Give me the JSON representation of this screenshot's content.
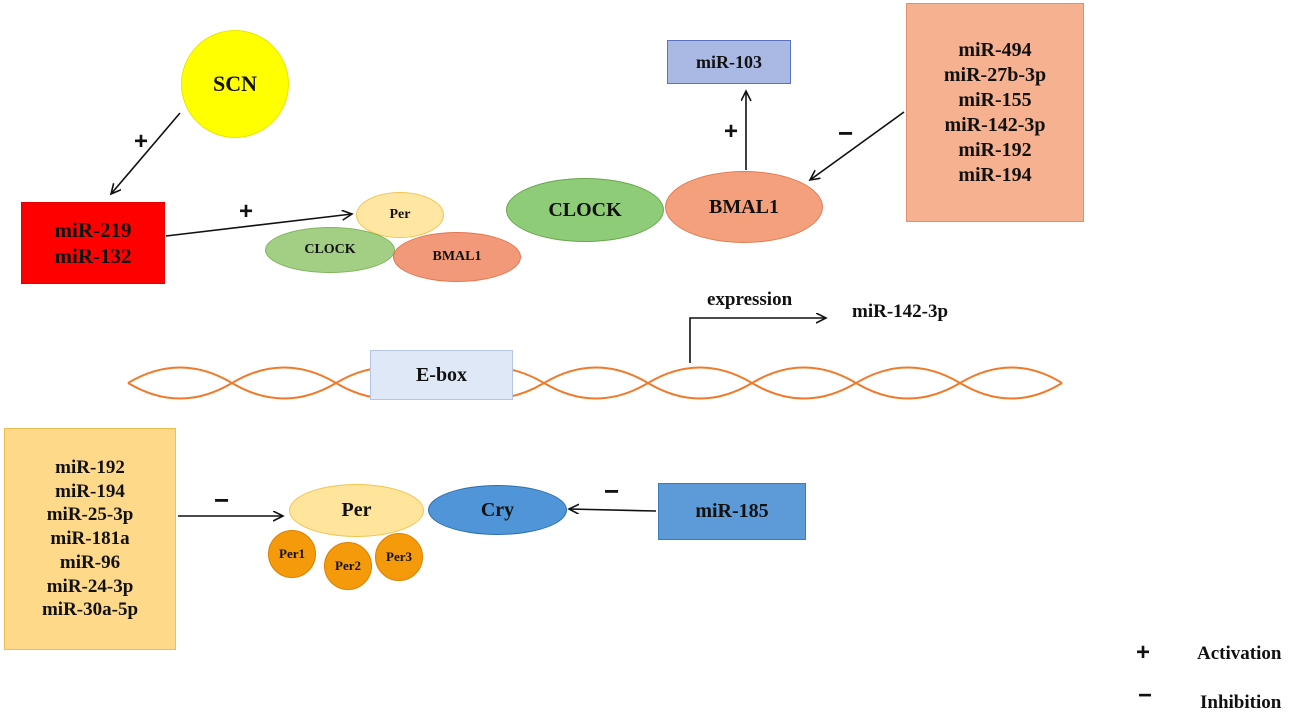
{
  "nodes": {
    "scn": "SCN",
    "mir219_group": [
      "miR-219",
      "miR-132"
    ],
    "small_per": "Per",
    "small_clock": "CLOCK",
    "small_bmal1": "BMAL1",
    "big_clock": "CLOCK",
    "big_bmal1": "BMAL1",
    "mir103": "miR-103",
    "mir494_group": [
      "miR-494",
      "miR-27b-3p",
      "miR-155",
      "miR-142-3p",
      "miR-192",
      "miR-194"
    ],
    "ebox": "E-box",
    "expression": "expression",
    "mir142_3p": "miR-142-3p",
    "mir192_group": [
      "miR-192",
      "miR-194",
      "miR-25-3p",
      "miR-181a",
      "miR-96",
      "miR-24-3p",
      "miR-30a-5p"
    ],
    "per": "Per",
    "cry": "Cry",
    "mir185": "miR-185",
    "per1": "Per1",
    "per2": "Per2",
    "per3": "Per3"
  },
  "edges": {
    "scn_to_mir219": "+",
    "mir219_to_per_complex": "+",
    "bmal1_to_mir103": "+",
    "mir494_group_to_bmal1": "−",
    "mir192_group_to_per": "−",
    "mir185_to_cry": "−"
  },
  "legend": {
    "activation_symbol": "+",
    "activation_label": "Activation",
    "inhibition_symbol": "−",
    "inhibition_label": "Inhibition"
  },
  "colors": {
    "dna_strand": "#f07a2a",
    "arrow": "#111111"
  }
}
